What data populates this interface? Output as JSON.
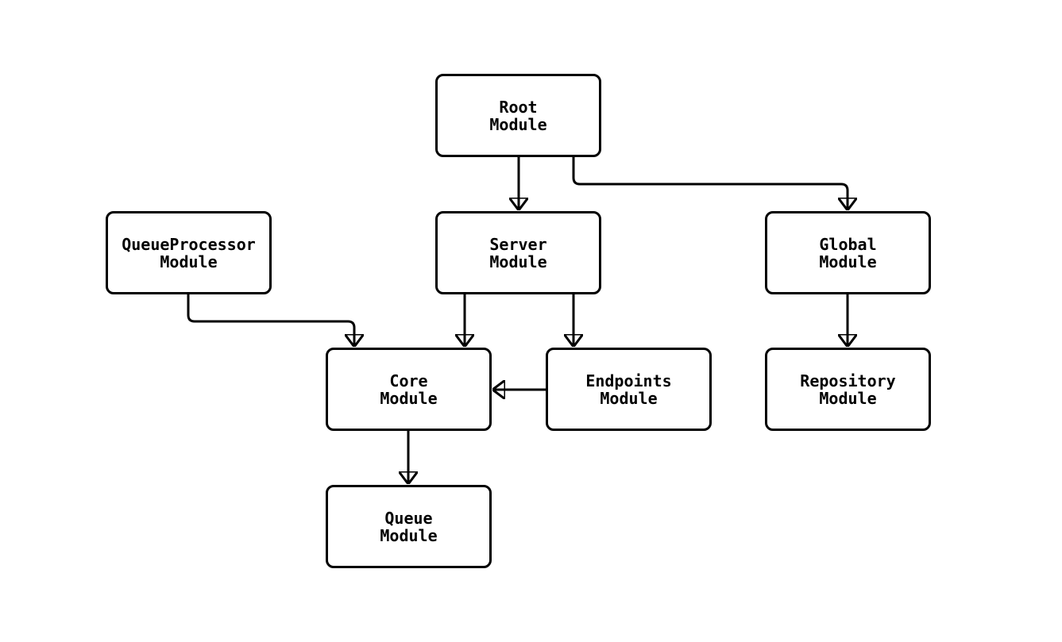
{
  "diagram": {
    "type": "module-dependency-graph",
    "background_color": "#ffffff",
    "node_fill_color": "#ffffff",
    "node_border_color": "#000000",
    "text_color": "#000000",
    "nodes": [
      {
        "id": "root",
        "label": "Root\nModule"
      },
      {
        "id": "queueprocessor",
        "label": "QueueProcessor\nModule"
      },
      {
        "id": "server",
        "label": "Server\nModule"
      },
      {
        "id": "global",
        "label": "Global\nModule"
      },
      {
        "id": "core",
        "label": "Core\nModule"
      },
      {
        "id": "endpoints",
        "label": "Endpoints\nModule"
      },
      {
        "id": "repository",
        "label": "Repository\nModule"
      },
      {
        "id": "queue",
        "label": "Queue\nModule"
      }
    ],
    "edges": [
      {
        "from": "Root Module",
        "to": "Server Module"
      },
      {
        "from": "Root Module",
        "to": "Global Module"
      },
      {
        "from": "QueueProcessor Module",
        "to": "Core Module"
      },
      {
        "from": "Server Module",
        "to": "Core Module"
      },
      {
        "from": "Server Module",
        "to": "Endpoints Module"
      },
      {
        "from": "Endpoints Module",
        "to": "Core Module"
      },
      {
        "from": "Core Module",
        "to": "Queue Module"
      },
      {
        "from": "Global Module",
        "to": "Repository Module"
      }
    ]
  }
}
